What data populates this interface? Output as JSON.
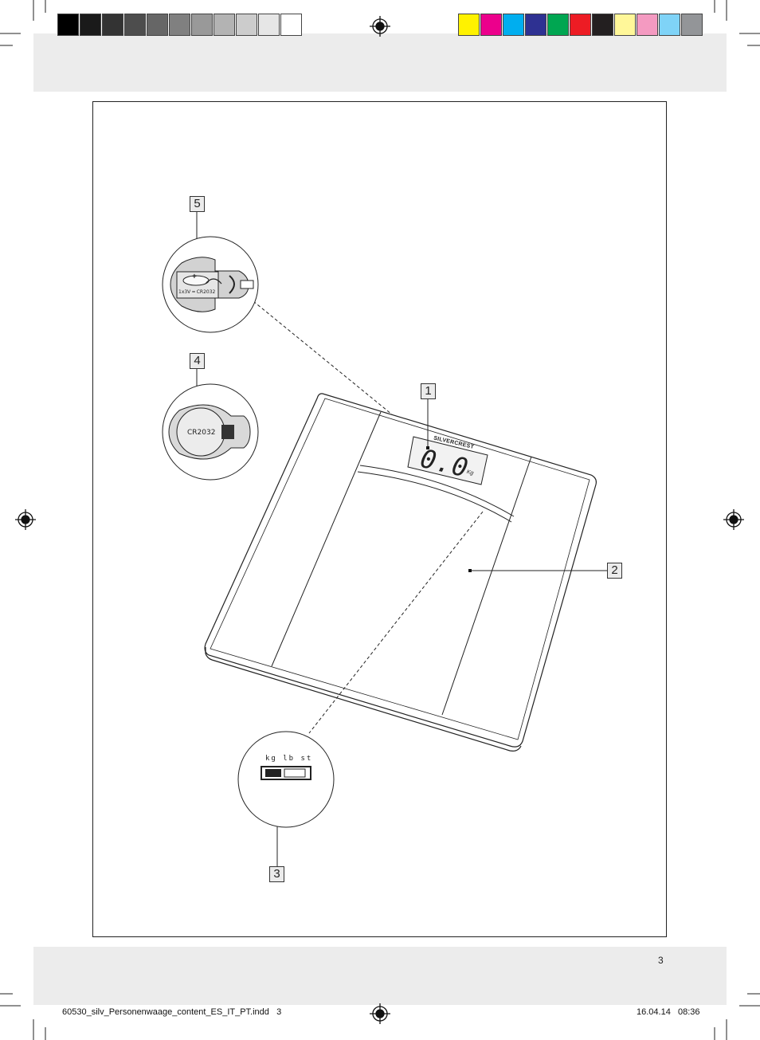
{
  "color_bar": {
    "grays": [
      "#000000",
      "#1a1a1a",
      "#333333",
      "#4d4d4d",
      "#666666",
      "#808080",
      "#999999",
      "#b3b3b3",
      "#cccccc",
      "#e6e6e6",
      "#ffffff"
    ],
    "colors": [
      "#fff200",
      "#ec008c",
      "#00aeef",
      "#2e3192",
      "#00a651",
      "#ed1c24",
      "#231f20",
      "#fff799",
      "#f49ac1",
      "#7fd3f7",
      "#939598"
    ]
  },
  "callouts": {
    "c1": "1",
    "c2": "2",
    "c3": "3",
    "c4": "4",
    "c5": "5"
  },
  "display": {
    "brand": "SILVERCREST",
    "reading": "0.0",
    "unit": "Kg"
  },
  "battery_detail": {
    "polarity": "+",
    "label": "1x3V ═ CR2032"
  },
  "battery_inserted": {
    "label": "CR2032"
  },
  "unit_switch": {
    "labels": "kg lb st"
  },
  "page": {
    "number": "3"
  },
  "slug": {
    "filename": "60530_silv_Personenwaage_content_ES_IT_PT.indd   3",
    "datetime": "16.04.14   08:36"
  }
}
